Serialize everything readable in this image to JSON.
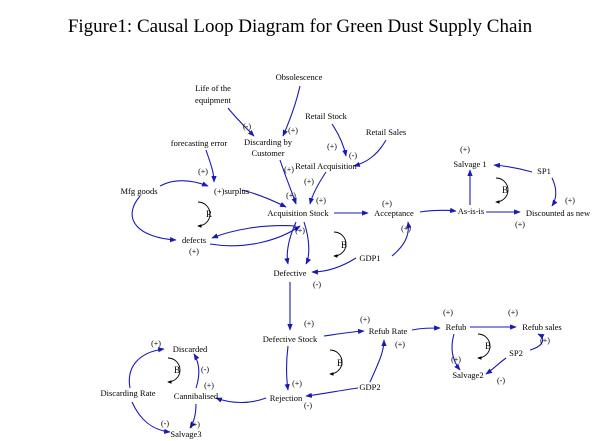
{
  "title": "Figure1: Causal Loop Diagram for Green Dust Supply Chain",
  "nodes": {
    "life_of_equipment_1": "Life of the",
    "life_of_equipment_2": "equipment",
    "obsolescence": "Obsolescence",
    "retail_stock": "Retail Stock",
    "retail_sales": "Retail Sales",
    "discarding_by_customer_1": "Discarding by",
    "discarding_by_customer_2": "Customer",
    "forecasting_error": "forecasting error",
    "retail_acquisition": "Retail Acquisition",
    "mfg_goods": "Mfg goods",
    "surplus": "surplus",
    "acquisition_stock": "Acquisition Stock",
    "acceptance": "Acceptance",
    "as_is": "As-is-is",
    "discounted_as_new": "Discounted as new",
    "salvage1": "Salvage 1",
    "sp1": "SP1",
    "defects": "defects",
    "gdp1": "GDP1",
    "defective": "Defective",
    "defective_stock": "Defective Stock",
    "refub_rate": "Refub Rate",
    "refub": "Refub",
    "refub_sales": "Refub sales",
    "sp2": "SP2",
    "salvage2": "Salvage2",
    "gdp2": "GDP2",
    "rejection": "Rejection",
    "cannibalised": "Cannibalised",
    "discarded": "Discarded",
    "discarding_rate": "Discarding Rate",
    "salvage3": "Salvage3"
  },
  "polarity": {
    "plus": "(+)",
    "minus": "(-)",
    "plus_minus": "(+)surplus"
  },
  "loops": {
    "r1": "R",
    "b_salvage": "B",
    "b_gdp1": "B",
    "b_gdp2": "B",
    "b_refub": "B",
    "b_discard": "B"
  }
}
